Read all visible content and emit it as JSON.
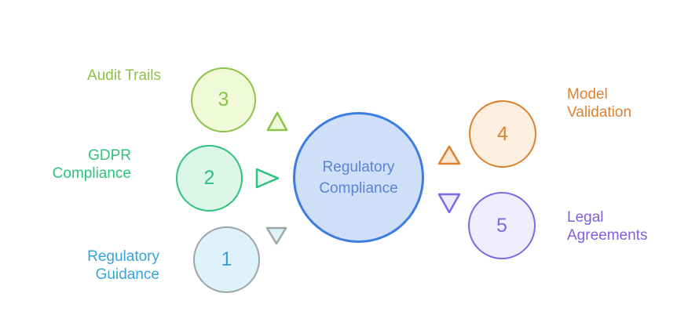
{
  "canvas": {
    "background": "#ffffff"
  },
  "center_node": {
    "label": "Regulatory Compliance",
    "colors": {
      "border": "#3d7ce0",
      "fill": "#cfdff7",
      "text": "#5b84d6"
    }
  },
  "nodes": [
    {
      "number": "1",
      "label": "Regulatory Guidance",
      "arrow_icon": "triangle-down-icon",
      "colors": {
        "border": "#9da5a9",
        "fill": "#def2fb",
        "number": "#35a3da",
        "label": "#35a3da",
        "arrow_border": "#9da5a9",
        "arrow_fill": "#def2fb"
      }
    },
    {
      "number": "2",
      "label": "GDPR Compliance",
      "arrow_icon": "triangle-right-icon",
      "colors": {
        "border": "#2ec27e",
        "fill": "#dcf7ea",
        "number": "#2ec27e",
        "label": "#2ec27e",
        "arrow_border": "#2ec27e",
        "arrow_fill": "#ebfaf3"
      }
    },
    {
      "number": "3",
      "label": "Audit Trails",
      "arrow_icon": "triangle-up-icon",
      "colors": {
        "border": "#8bc34a",
        "fill": "#f0f9d8",
        "number": "#8bc34a",
        "label": "#8bc34a",
        "arrow_border": "#8bc34a",
        "arrow_fill": "#f0f9d8"
      }
    },
    {
      "number": "4",
      "label": "Model Validation",
      "arrow_icon": "triangle-up-icon",
      "colors": {
        "border": "#dd812f",
        "fill": "#fcefdf",
        "number": "#dd812f",
        "label": "#dd812f",
        "arrow_border": "#dd812f",
        "arrow_fill": "#fbe9d5"
      }
    },
    {
      "number": "5",
      "label": "Legal Agreements",
      "arrow_icon": "triangle-down-icon",
      "colors": {
        "border": "#7b6ae5",
        "fill": "#f0eefc",
        "number": "#7b6ae5",
        "label": "#7e60e0",
        "arrow_border": "#7b6ae5",
        "arrow_fill": "#edebfc"
      }
    }
  ]
}
